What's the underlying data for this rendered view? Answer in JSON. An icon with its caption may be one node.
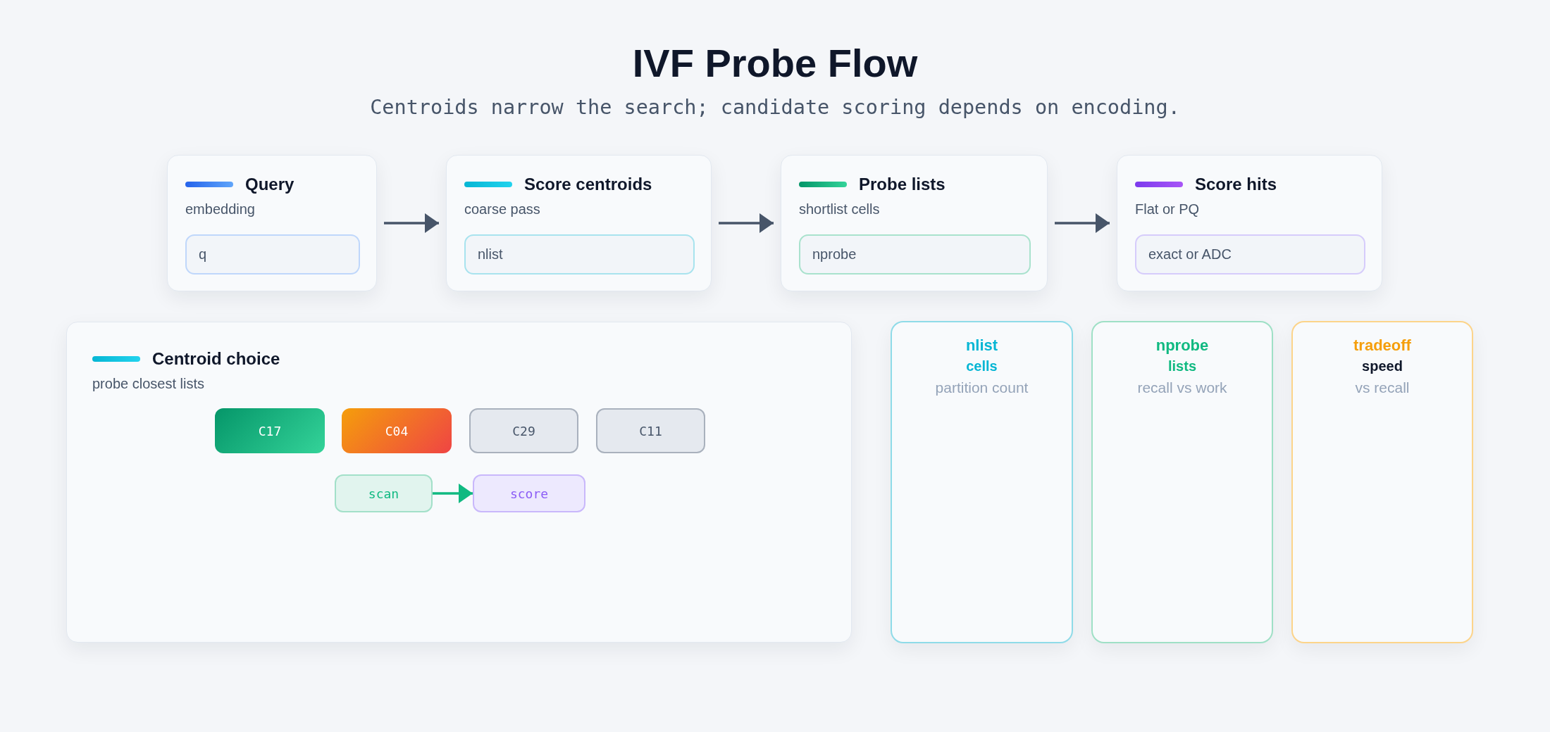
{
  "diagram": {
    "title": "IVF Probe Flow",
    "nodes": [
      {
        "text": [
          "Query",
          "embedding"
        ]
      },
      {
        "text": [
          "q"
        ],
        "in": 0
      },
      {
        "text": [
          "Score centroids",
          "coarse pass"
        ]
      },
      {
        "text": [
          "nlist"
        ],
        "in": 2
      },
      {
        "text": [
          "Probe lists",
          "shortlist cells"
        ]
      },
      {
        "text": [
          "nprobe"
        ],
        "in": 4
      },
      {
        "text": [
          "Score hits",
          "Flat or PQ"
        ]
      },
      {
        "text": [
          "exact or ADC"
        ],
        "in": 6
      },
      {
        "text": [
          "Centroid choice",
          "probe closest lists"
        ]
      },
      {
        "text": [
          "C17"
        ],
        "in": 8
      },
      {
        "text": [
          "C04"
        ],
        "in": 8
      },
      {
        "text": [
          "C29"
        ],
        "in": 8
      },
      {
        "text": [
          "C11"
        ],
        "in": 8
      },
      {
        "text": [
          "scan"
        ],
        "in": 8
      },
      {
        "text": [
          "score"
        ],
        "in": 8
      },
      {
        "text": [
          "nlist",
          "cells",
          "partition count"
        ]
      },
      {
        "text": [
          "nprobe",
          "lists",
          "recall vs work"
        ]
      },
      {
        "text": [
          "tradeoff",
          "speed",
          "vs recall"
        ]
      }
    ],
    "edges": [
      {
        "from": 0,
        "to": 2,
        "arrow": "to"
      },
      {
        "from": 2,
        "to": 4,
        "arrow": "to"
      },
      {
        "from": 4,
        "to": 6,
        "arrow": "to"
      },
      {
        "from": 13,
        "to": 14,
        "arrow": "to",
        "color": "#10b981"
      }
    ],
    "labels": [
      "Centroids narrow the search; candidate scoring depends on encoding."
    ]
  }
}
